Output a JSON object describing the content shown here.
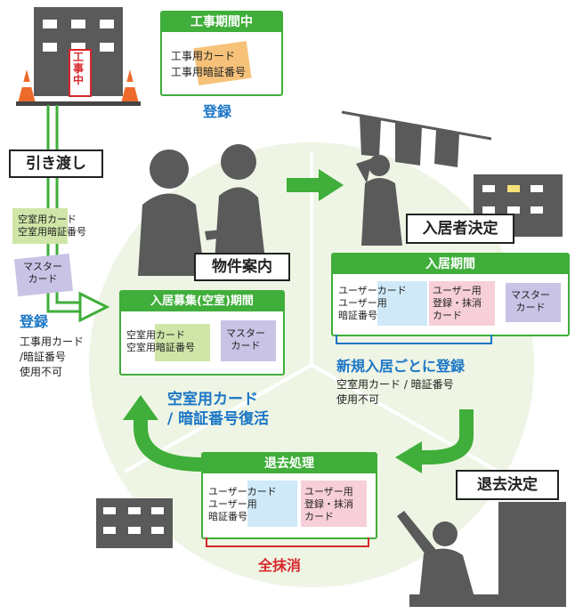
{
  "construction": {
    "header": "工事期間中",
    "card_line1": "工事用カード",
    "card_line2": "工事用暗証番号",
    "register": "登録",
    "sign": "工事中"
  },
  "handover": {
    "label": "引き渡し",
    "vacant_line1": "空室用カード",
    "vacant_line2": "空室用暗証番号",
    "master_line1": "マスター",
    "master_line2": "カード",
    "register": "登録",
    "note_line1": "工事用カード",
    "note_line2": "/暗証番号",
    "note_line3": "使用不可"
  },
  "showing": {
    "label": "物件案内"
  },
  "recruit": {
    "header": "入居募集(空室)期間",
    "vacant_line1": "空室用カード",
    "vacant_line2": "空室用暗証番号",
    "master_line1": "マスター",
    "master_line2": "カード"
  },
  "decided": {
    "label": "入居者決定"
  },
  "occupancy": {
    "header": "入居期間",
    "user_line1": "ユーザーカード",
    "user_line2": "ユーザー用",
    "user_line3": "暗証番号",
    "reg_line1": "ユーザー用",
    "reg_line2": "登録・抹消",
    "reg_line3": "カード",
    "master_line1": "マスター",
    "master_line2": "カード",
    "register": "新規入居ごとに登録",
    "note_line1": "空室用カード / 暗証番号",
    "note_line2": "使用不可"
  },
  "restore": {
    "line1": "空室用カード",
    "line2": "/ 暗証番号復活"
  },
  "moveout_decided": {
    "label": "退去決定"
  },
  "moveout": {
    "header": "退去処理",
    "user_line1": "ユーザーカード",
    "user_line2": "ユーザー用",
    "user_line3": "暗証番号",
    "reg_line1": "ユーザー用",
    "reg_line2": "登録・抹消",
    "reg_line3": "カード",
    "erase": "全抹消"
  },
  "colors": {
    "green": "#3fae3a",
    "blue": "#1b76c6",
    "red": "#d7262b",
    "gray": "#5a5a5a",
    "card_orange": "#f6c27a",
    "card_green": "#cfe6a8",
    "card_purple": "#c9c3e6",
    "card_blue": "#cfe9f8",
    "card_pink": "#f7cfd9"
  }
}
